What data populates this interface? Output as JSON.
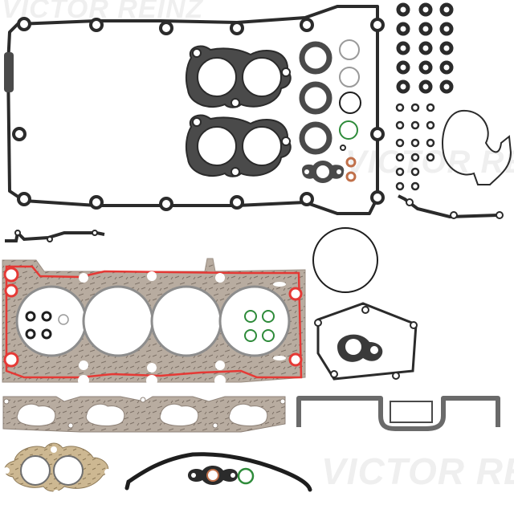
{
  "image": {
    "subject": "Engine cylinder head gasket set laid out on white background",
    "watermark_text": "VICTOR REINZ",
    "gasket_print_text": "REINZ"
  },
  "colors": {
    "background": "#ffffff",
    "rubber": "#2b2b2b",
    "rubber_fill": "#4a4a4a",
    "fiber_gasket": "#b8aca0",
    "fiber_gasket_dark": "#9b8f84",
    "head_gasket_seal": "#e53935",
    "exhaust_gasket": "#cdb892",
    "green_oring": "#2e8b3a",
    "copper_ring": "#c0704a",
    "grey_oring": "#9a9a9a",
    "metal_grey": "#8d8d8d"
  },
  "parts": {
    "valve_cover_gasket": "valve-cover-gasket",
    "spark_plug_seals": 2,
    "valve_stem_seals": 15,
    "small_seals": 16,
    "head_gasket_cylinders": 4,
    "intake_manifold_ports": 4,
    "exhaust_gasket_ports": 2
  }
}
